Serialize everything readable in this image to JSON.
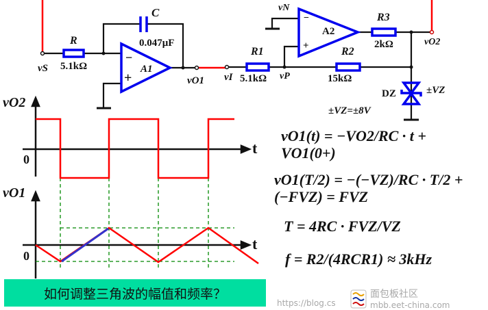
{
  "circuit": {
    "capacitor": {
      "name": "C",
      "value": "0.047μF"
    },
    "resistor_r": {
      "name": "R",
      "value": "5.1kΩ"
    },
    "resistor_r1": {
      "name": "R1",
      "value": "5.1kΩ"
    },
    "resistor_r2": {
      "name": "R2",
      "value": "15kΩ"
    },
    "resistor_r3": {
      "name": "R3",
      "value": "2kΩ"
    },
    "opamp1": "A1",
    "opamp2": "A2",
    "zener": "DZ",
    "zener_voltage": "±VZ",
    "zener_spec": "±VZ=±8V",
    "nodes": {
      "vs": "vS",
      "vo1": "vO1",
      "vi": "vI",
      "vp": "vP",
      "vn": "vN",
      "vo2": "vO2"
    },
    "minus_sign": "−",
    "plus_sign": "+"
  },
  "waveforms": {
    "top_axis_label": "vO2",
    "bottom_axis_label": "vO1",
    "time_label": "t",
    "zero_label": "0",
    "colors": {
      "wave": "#ff0000",
      "highlight": "#3333cc",
      "guides": "#008800"
    }
  },
  "equations": {
    "eq1": "vO1(t) = −VO2/RC · t + VO1(0+)",
    "eq2": "vO1(T/2) = −(−VZ)/RC · T/2 + (−FVZ) = FVZ",
    "eq3": "T = 4RC · FVZ/VZ",
    "eq4": "f = R2/(4RCR1) ≈ 3kHz"
  },
  "banner": {
    "text": "如何调整三角波的幅值和频率？",
    "color": "#00dea0"
  },
  "watermark": {
    "site_name": "面包板社区",
    "url1": "https://blog.cs",
    "url2": "mbb.eet-china.com"
  }
}
